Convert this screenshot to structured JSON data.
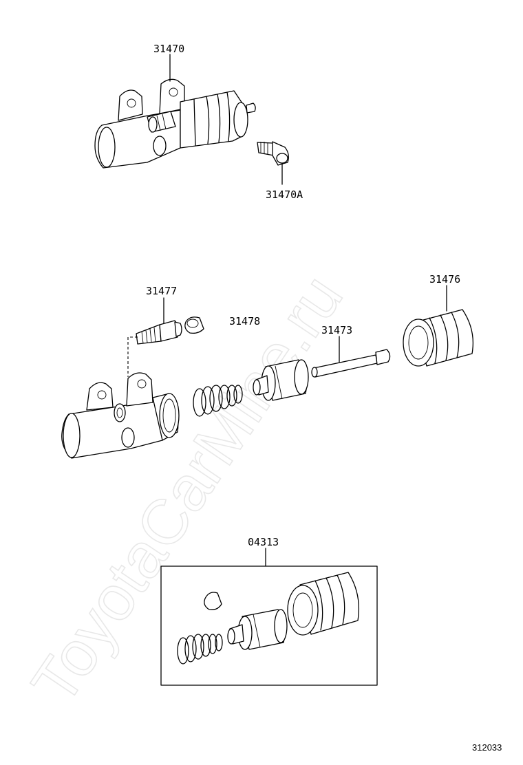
{
  "watermark": "ToyotaCarMine.ru",
  "labels": {
    "p31470": "31470",
    "p31470A": "31470A",
    "p31477": "31477",
    "p31478": "31478",
    "p31473": "31473",
    "p31476": "31476",
    "p04313": "04313"
  },
  "diagram_number": "312033"
}
